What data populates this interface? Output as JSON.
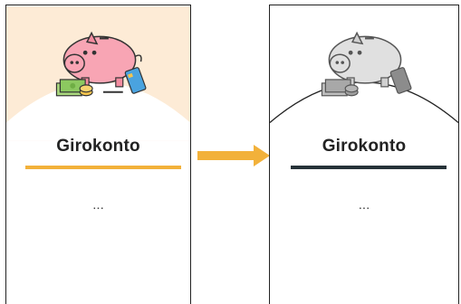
{
  "cards": [
    {
      "title": "Girokonto",
      "placeholder": "...",
      "style": "colored",
      "underline_color": "#F2B13A",
      "background_color": "#FDEBD6"
    },
    {
      "title": "Girokonto",
      "placeholder": "...",
      "style": "grayscale",
      "underline_color": "#263238",
      "background_color": "#FFFFFF"
    }
  ],
  "arrow": {
    "color": "#F2B13A",
    "icon": "arrow-right-icon"
  },
  "illustration": {
    "icons": [
      "piggy-bank-icon",
      "banknotes-icon",
      "coins-icon",
      "bank-card-icon"
    ]
  }
}
